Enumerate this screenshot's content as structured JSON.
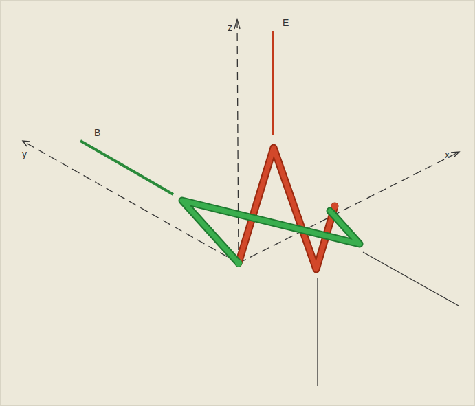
{
  "diagram": {
    "labels": [
      "z",
      "E",
      "B",
      "y",
      "x"
    ]
  }
}
